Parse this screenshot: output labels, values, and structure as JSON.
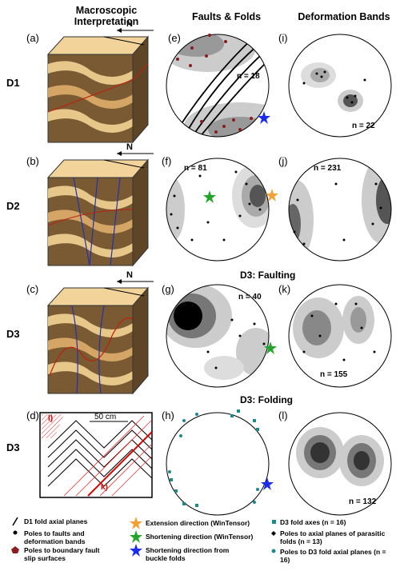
{
  "headers": {
    "col1": "Macroscopic Interpretation",
    "col2": "Faults & Folds",
    "col3": "Deformation Bands"
  },
  "rows": {
    "r1": "D1",
    "r2": "D2",
    "r3": "D3",
    "r4": "D3"
  },
  "panels": {
    "a": "(a)",
    "b": "(b)",
    "c": "(c)",
    "d": "(d)",
    "e": "(e)",
    "f": "(f)",
    "g": "(g)",
    "h": "(h)",
    "i": "(i)",
    "j": "(j)",
    "k": "(k)",
    "l": "(l)"
  },
  "north": "N",
  "scale": "50 cm",
  "lines": {
    "l": "l)",
    "k": "k)"
  },
  "sections": {
    "faulting": "D3: Faulting",
    "folding": "D3: Folding"
  },
  "counts": {
    "e": "n = 18",
    "f": "n = 81",
    "g": "n = 40",
    "i": "n = 22",
    "j": "n = 231",
    "k": "n = 155",
    "l": "n = 132"
  },
  "legend": {
    "fold_axial": "D1 fold axial planes",
    "poles_faults": "Poles to faults and deformation bands",
    "poles_boundary": "Poles to boundary fault slip surfaces",
    "extension": "Extension direction (WinTensor)",
    "shortening": "Shortening direction (WinTensor)",
    "buckle": "Shortening direction from buckle folds",
    "d3_axes": "D3 fold axes (n = 16)",
    "parasitic": "Poles to axial planes of parasitic folds (n = 13)",
    "d3_axial": "Poles to D3 fold axial planes (n = 16)"
  },
  "colors": {
    "orange": "#f4a033",
    "green": "#22a52a",
    "blue": "#1a2cf0",
    "teal": "#1d8a8a",
    "boundary": "#8b1d1d",
    "rock_dark": "#7a5a32",
    "rock_light": "#e8c88a"
  }
}
